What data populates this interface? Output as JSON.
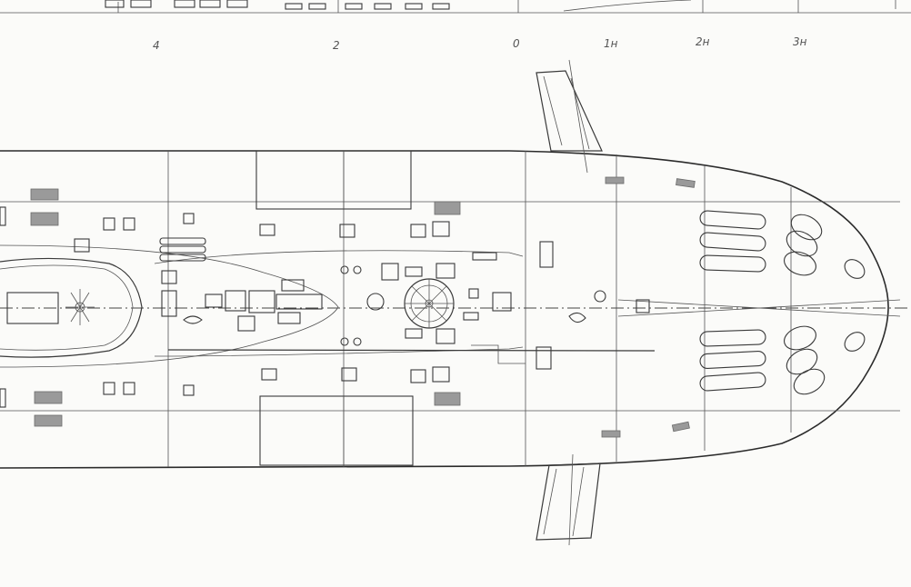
{
  "drawing": {
    "frame_labels": [
      "4",
      "2",
      "0",
      "1н",
      "2н",
      "3н"
    ]
  }
}
